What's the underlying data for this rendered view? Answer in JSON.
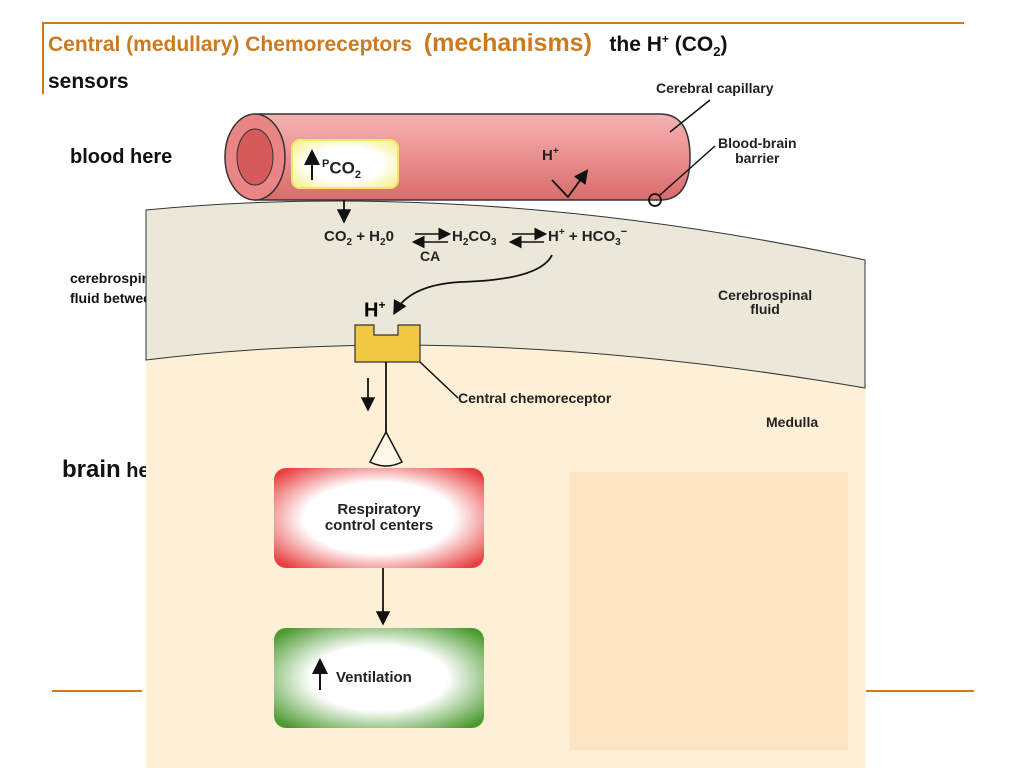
{
  "colors": {
    "accent": "#cc7a1f",
    "csf": "#ebe8d9",
    "medulla": "#fdf0d6",
    "capillary": "#e98585",
    "receptor": "#f2c744"
  },
  "title": {
    "part1": "Central (medullary) Chemoreceptors",
    "part2": "(mechanisms)",
    "part3_prefix": "the H",
    "part3_sup": "+",
    "part3_mid": " (CO",
    "part3_sub": "2",
    "part3_end": ")",
    "line2": "sensors"
  },
  "side_labels": {
    "blood": "blood here",
    "csf_line1": "cerebrospinal",
    "csf_line2": "fluid between",
    "brain_big": "brain",
    "brain_small": " here"
  },
  "diagram": {
    "cerebral_capillary": "Cerebral capillary",
    "bbb_line1": "Blood-brain",
    "bbb_line2": "barrier",
    "pco2_P": "P",
    "pco2_CO": "CO",
    "pco2_sub": "2",
    "hplus_cap": "H",
    "hplus_cap_sup": "+",
    "reaction": {
      "co2": "CO",
      "co2_sub": "2",
      "plus_h2o": " + H",
      "h2o_sub": "2",
      "h2o_end": "0",
      "ca": "CA",
      "h2co3_a": "H",
      "h2co3_sub1": "2",
      "h2co3_b": "CO",
      "h2co3_sub2": "3",
      "h_sym": "H",
      "h_sup": "+",
      "hco3_a": " + HCO",
      "hco3_sub": "3",
      "hco3_sup": "−"
    },
    "hplus_csf": "H",
    "hplus_csf_sup": "+",
    "csf_label_line1": "Cerebrospinal",
    "csf_label_line2": "fluid",
    "central_chemoreceptor": "Central chemoreceptor",
    "medulla": "Medulla",
    "resp_line1": "Respiratory",
    "resp_line2": "control centers",
    "ventilation": "Ventilation"
  }
}
